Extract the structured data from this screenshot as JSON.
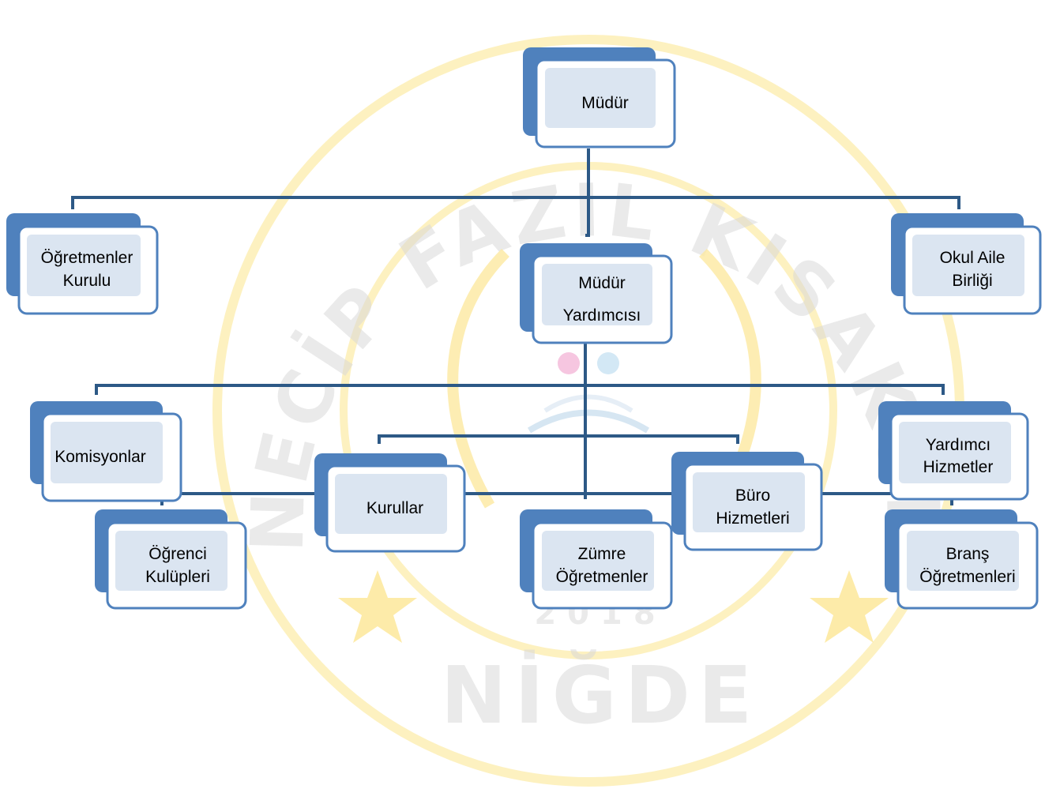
{
  "colors": {
    "box_shadow": "#4f81bd",
    "box_border": "#4f81bd",
    "box_highlight": "#dbe5f1",
    "connector": "#2d5986",
    "watermark_ring": "#fdeeb0",
    "watermark_star": "#fde9a0",
    "watermark_text": "#d9d9d9"
  },
  "watermark": {
    "arc_text": "NECİP FAZIL KISAKÜREK İLKOKULU",
    "bottom_text": "NİĞDE",
    "year": "2018"
  },
  "nodes": {
    "mudur": [
      "Müdür"
    ],
    "ogretmenler_kurulu": [
      "Öğretmenler",
      "Kurulu"
    ],
    "okul_aile_birligi": [
      "Okul Aile",
      "Birliği"
    ],
    "mudur_yardimcisi": [
      "Müdür",
      "Yardımcısı"
    ],
    "komisyonlar": [
      "Komisyonlar"
    ],
    "yardimci_hizmetler": [
      "Yardımcı",
      "Hizmetler"
    ],
    "kurullar": [
      "Kurullar"
    ],
    "buro_hizmetleri": [
      "Büro",
      "Hizmetleri"
    ],
    "ogrenci_kulupleri": [
      "Öğrenci",
      "Kulüpleri"
    ],
    "zumre_ogretmenler": [
      "Zümre",
      "Öğretmenler"
    ],
    "brans_ogretmenleri": [
      "Branş",
      "Öğretmenleri"
    ]
  }
}
